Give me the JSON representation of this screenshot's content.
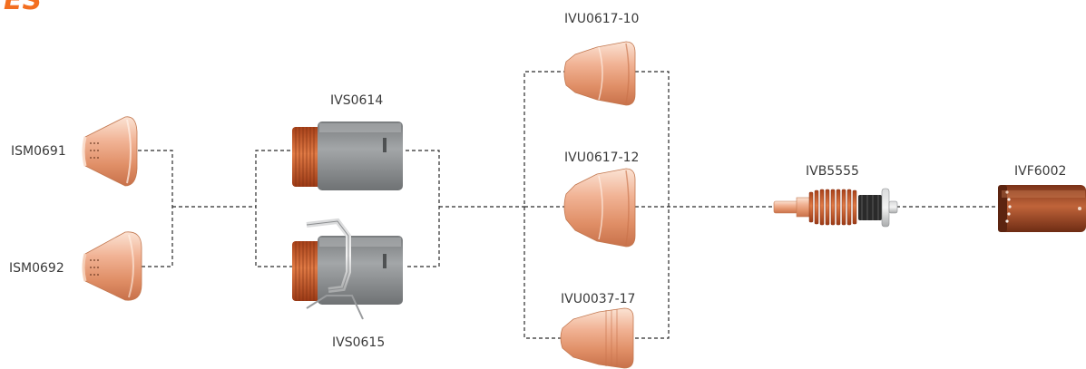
{
  "logo_text": "ES",
  "colors": {
    "brand": "#f36f21",
    "copper_light": "#f6c7ad",
    "copper_mid": "#e69a74",
    "copper_dark": "#b55a34",
    "shield_grey": "#8f9294",
    "thread": "#c8521e",
    "dark_copper": "#9c4424",
    "connector": "#2b2b2b"
  },
  "parts": {
    "nozzle_1": {
      "code": "ISM0691"
    },
    "nozzle_2": {
      "code": "ISM0692"
    },
    "retaining_cap_1": {
      "code": "IVS0614"
    },
    "retaining_cap_2": {
      "code": "IVS0615"
    },
    "shield_1": {
      "code": "IVU0617-10"
    },
    "shield_2": {
      "code": "IVU0617-12"
    },
    "shield_3": {
      "code": "IVU0037-17"
    },
    "electrode": {
      "code": "IVB5555"
    },
    "swirl_ring": {
      "code": "IVF6002"
    }
  }
}
